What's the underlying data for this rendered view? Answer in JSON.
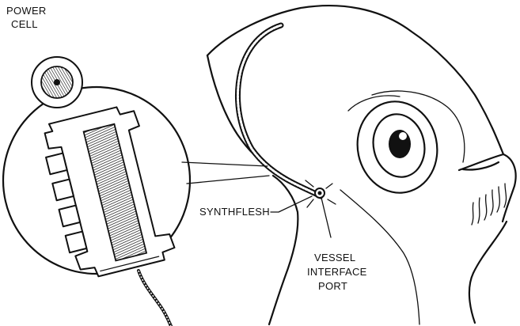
{
  "labels": {
    "power_cell_line1": "POWER",
    "power_cell_line2": "CELL",
    "synthflesh": "SYNTHFLESH",
    "vessel_line1": "VESSEL",
    "vessel_line2": "INTERFACE",
    "vessel_line3": "PORT"
  },
  "colors": {
    "ink": "#111111",
    "background": "#ffffff"
  }
}
